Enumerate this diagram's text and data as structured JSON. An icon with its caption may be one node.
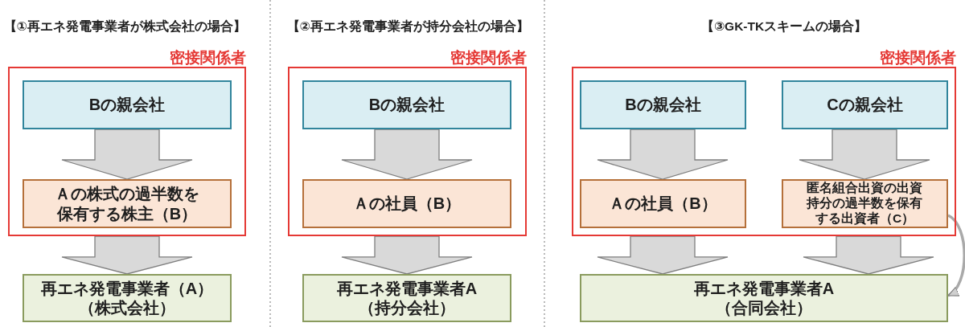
{
  "diagram": {
    "nodes": [
      {
        "text": [
          "密接関係者"
        ]
      },
      {
        "text": [
          "Bの親会社"
        ],
        "in": 0
      },
      {
        "text": [
          "Ａの株式の過半数を保有する株主（B）"
        ],
        "in": 0
      },
      {
        "text": [
          "再エネ発電事業者（A）（株式会社）"
        ]
      },
      {
        "text": [
          "密接関係者"
        ]
      },
      {
        "text": [
          "Bの親会社"
        ],
        "in": 4
      },
      {
        "text": [
          "Ａの社員（B）"
        ],
        "in": 4
      },
      {
        "text": [
          "再エネ発電事業者A（持分会社）"
        ]
      },
      {
        "text": [
          "密接関係者"
        ]
      },
      {
        "text": [
          "Bの親会社"
        ],
        "in": 8
      },
      {
        "text": [
          "Cの親会社"
        ],
        "in": 8
      },
      {
        "text": [
          "Ａの社員（B）"
        ],
        "in": 8
      },
      {
        "text": [
          "匿名組合出資の出資持分の過半数を保有する出資者（C）"
        ],
        "in": 8
      },
      {
        "text": [
          "再エネ発電事業者A（合同会社）"
        ]
      }
    ],
    "edges": [
      {
        "from": 1,
        "to": 2,
        "arrow": "to",
        "style": "thick"
      },
      {
        "from": 0,
        "to": 3,
        "arrow": "to",
        "style": "thick"
      },
      {
        "from": 5,
        "to": 6,
        "arrow": "to",
        "style": "thick"
      },
      {
        "from": 4,
        "to": 7,
        "arrow": "to",
        "style": "thick"
      },
      {
        "from": 9,
        "to": 11,
        "arrow": "to",
        "style": "thick"
      },
      {
        "from": 10,
        "to": 12,
        "arrow": "to",
        "style": "thick"
      },
      {
        "from": 8,
        "to": 13,
        "arrow": "to",
        "style": "thick"
      },
      {
        "from": 8,
        "to": 13,
        "arrow": "to",
        "style": "thick"
      },
      {
        "from": 12,
        "to": 13,
        "arrow": "to"
      }
    ],
    "labels": [
      "【①再エネ発電事業者が株式会社の場合】",
      "【②再エネ発電事業者が持分会社の場合】",
      "【③GK-TKスキームの場合】"
    ]
  }
}
